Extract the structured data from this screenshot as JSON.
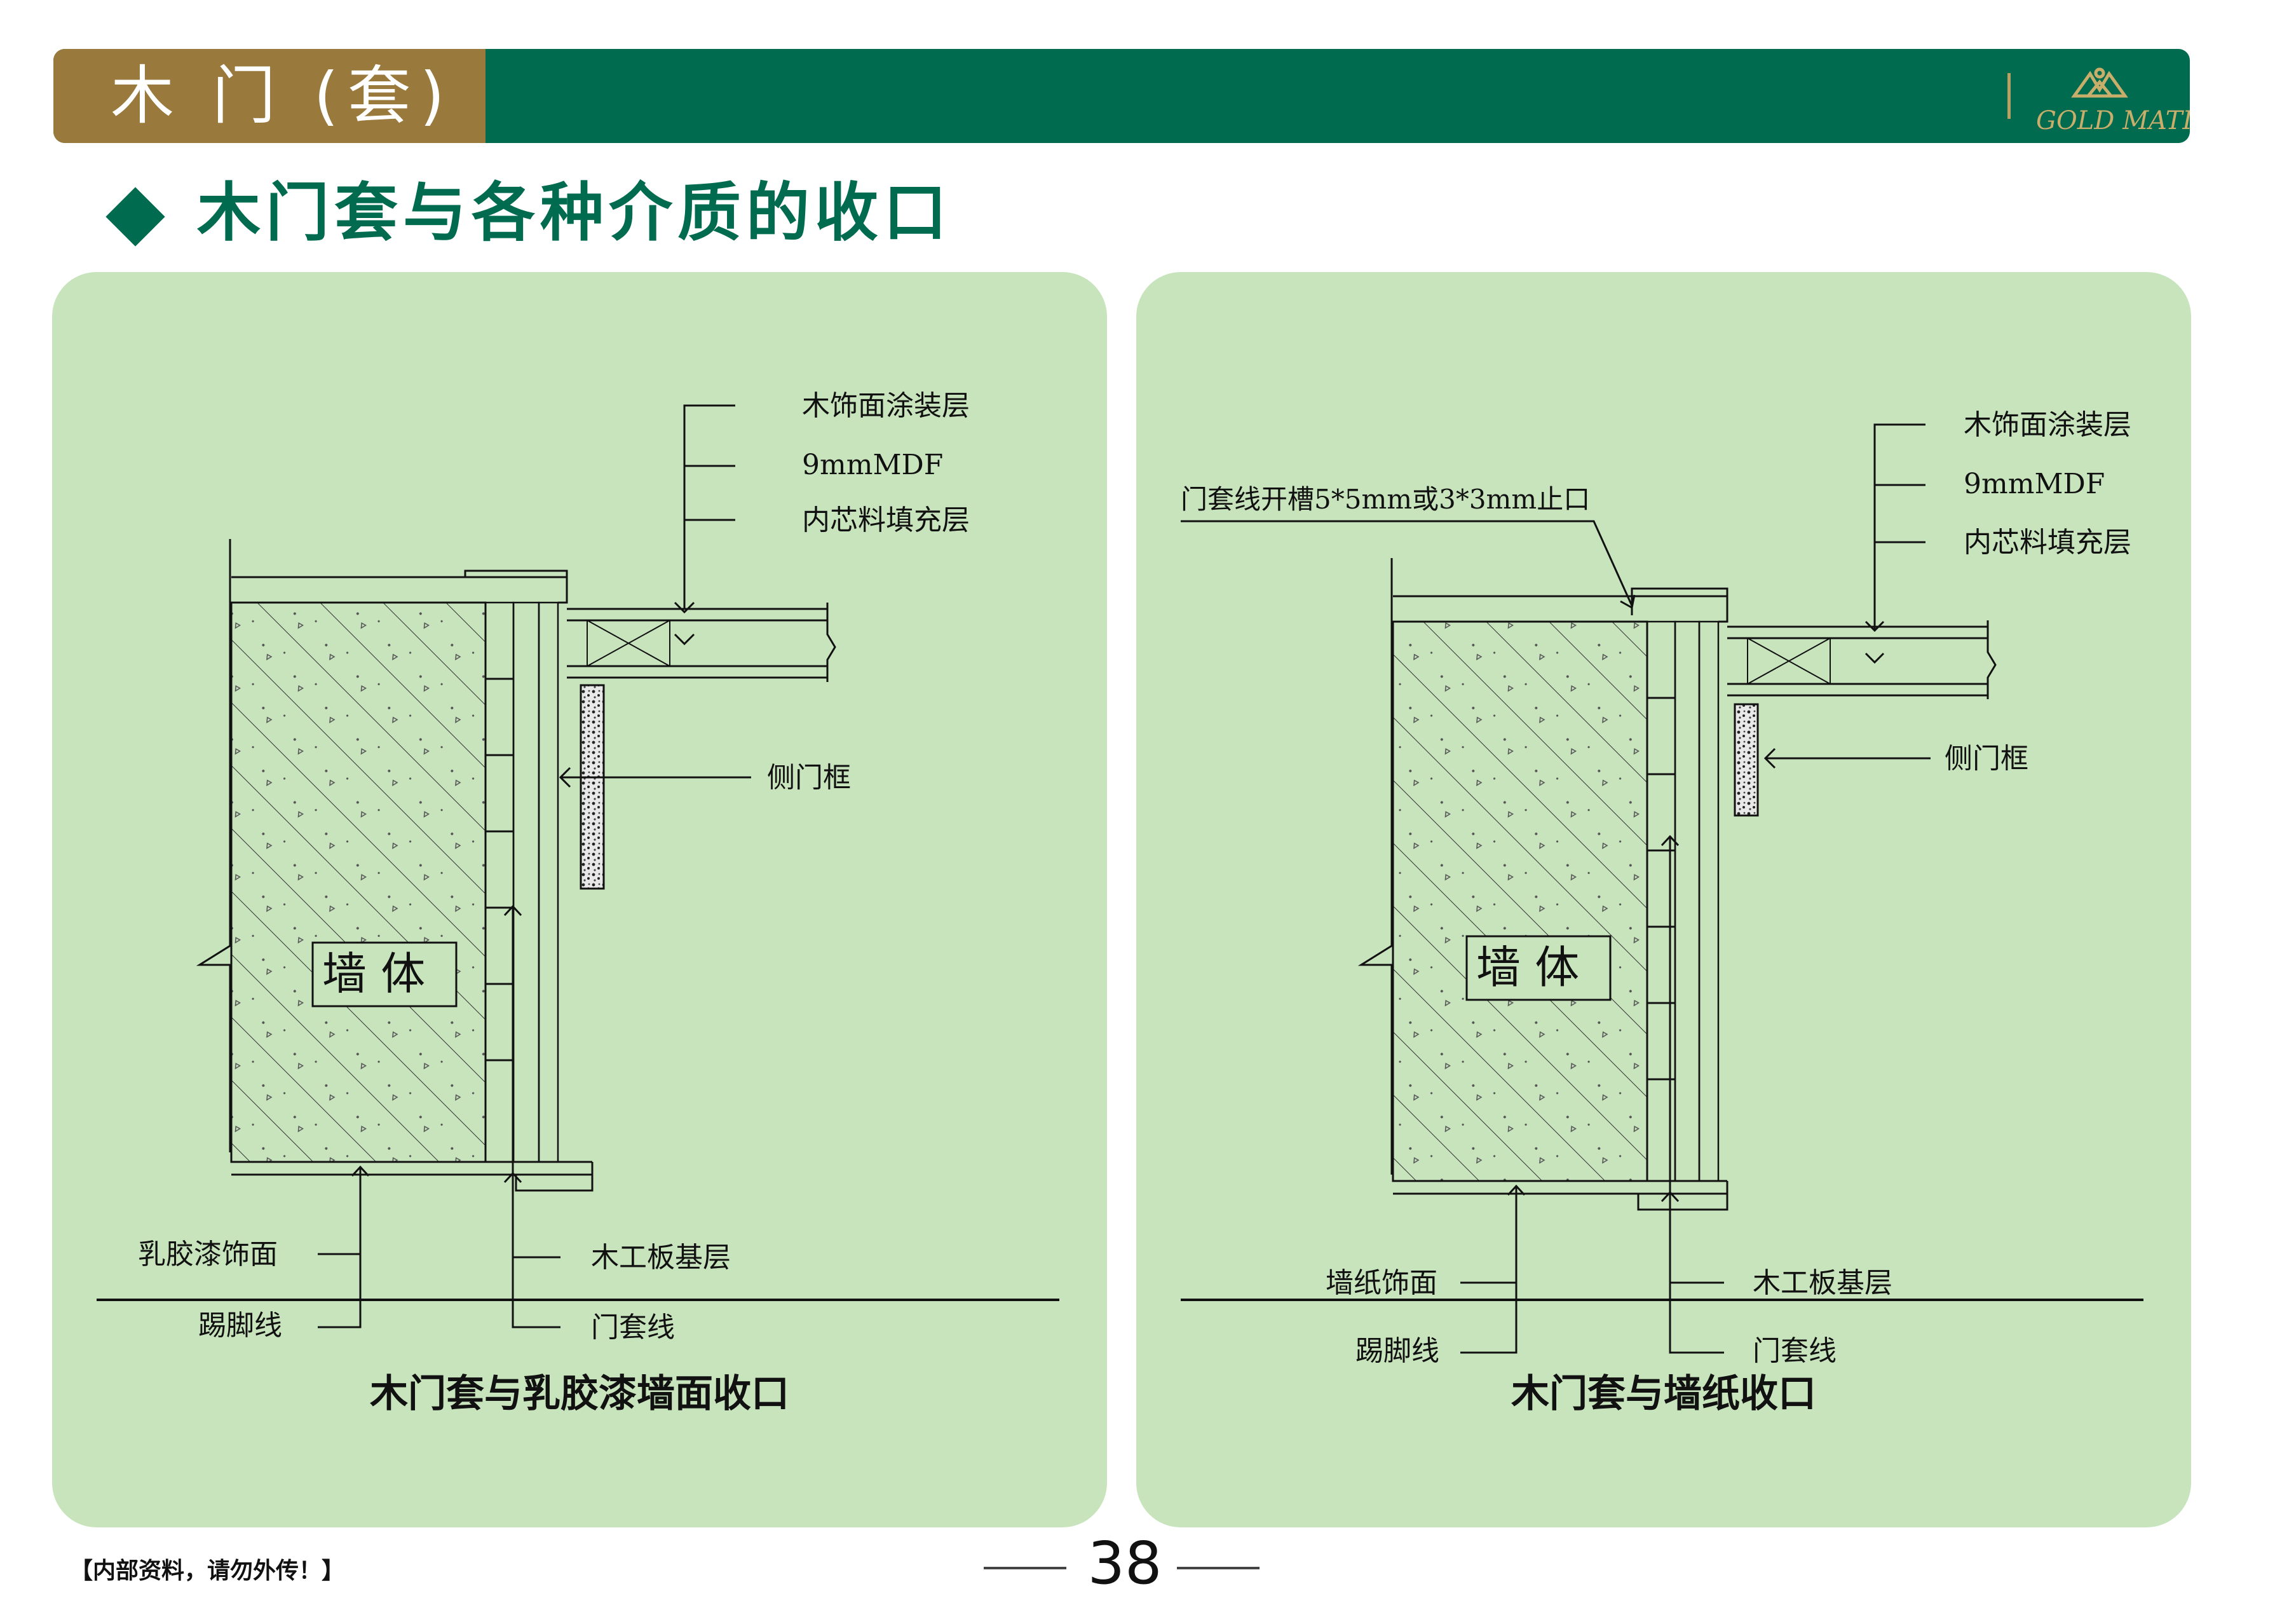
{
  "header": {
    "title": "木 门 (套)",
    "logo_text": "GOLD MATIS"
  },
  "section": {
    "title": "木门套与各种介质的收口"
  },
  "panels": [
    {
      "caption": "木门套与乳胶漆墙面收口",
      "labels": {
        "wood_coating": "木饰面涂装层",
        "mdf": "9mmMDF",
        "core_fill": "内芯料填充层",
        "side_frame": "侧门框",
        "wall": "墙 体",
        "finish": "乳胶漆饰面",
        "skirting": "踢脚线",
        "base": "木工板基层",
        "casing": "门套线"
      }
    },
    {
      "caption": "木门套与墙纸收口",
      "labels": {
        "wood_coating": "木饰面涂装层",
        "mdf": "9mmMDF",
        "core_fill": "内芯料填充层",
        "groove": "门套线开槽5*5mm或3*3mm止口",
        "side_frame": "侧门框",
        "wall": "墙 体",
        "finish": "墙纸饰面",
        "skirting": "踢脚线",
        "base": "木工板基层",
        "casing": "门套线"
      }
    }
  ],
  "footer": {
    "note": "【内部资料，请勿外传！】",
    "page": "38"
  },
  "colors": {
    "brand_green": "#006b4f",
    "tab_gold": "#9a7a3c",
    "panel_bg": "#c8e4bd"
  }
}
